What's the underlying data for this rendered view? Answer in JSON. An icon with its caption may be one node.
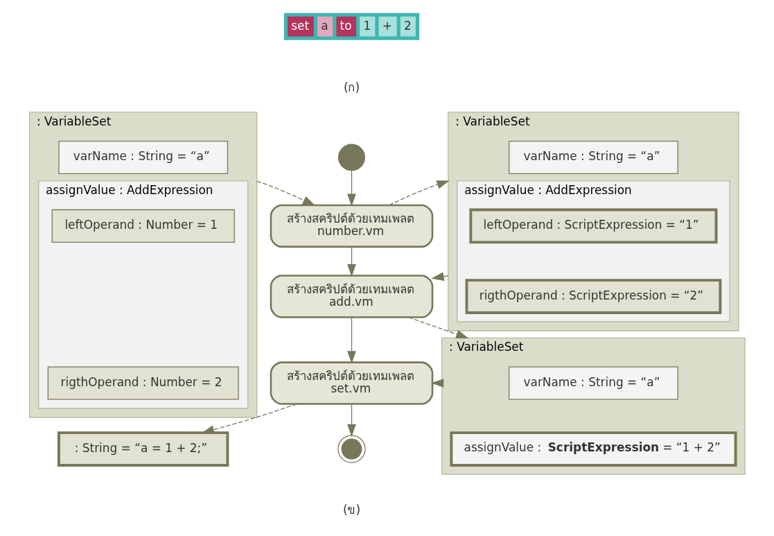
{
  "diagram": {
    "nodes": [
      {
        "text": [
          ": VariableSet"
        ]
      },
      {
        "text": [
          "varName : String = “a”"
        ],
        "in": 0
      },
      {
        "text": [
          "assignValue : AddExpression"
        ],
        "in": 0
      },
      {
        "text": [
          "leftOperand : Number = 1"
        ],
        "in": 2
      },
      {
        "text": [
          "rigthOperand : Number = 2"
        ],
        "in": 2
      },
      {
        "text": [],
        "shape": "circle"
      },
      {
        "text": [
          "สร้างสคริปต์ด้วยเทมเพลต",
          "number.vm"
        ]
      },
      {
        "text": [
          "สร้างสคริปต์ด้วยเทมเพลต",
          "add.vm"
        ]
      },
      {
        "text": [
          "สร้างสคริปต์ด้วยเทมเพลต",
          "set.vm"
        ]
      },
      {
        "text": [],
        "shape": "circle"
      },
      {
        "text": [
          ": VariableSet"
        ]
      },
      {
        "text": [
          "varName : String = “a”"
        ],
        "in": 10
      },
      {
        "text": [
          "assignValue : AddExpression"
        ],
        "in": 10
      },
      {
        "text": [
          "leftOperand : ScriptExpression = “1”"
        ],
        "in": 12
      },
      {
        "text": [
          "rigthOperand : ScriptExpression = “2”"
        ],
        "in": 12
      },
      {
        "text": [
          ": VariableSet"
        ]
      },
      {
        "text": [
          "varName : String = “a”"
        ],
        "in": 15
      },
      {
        "text": [
          "assignValue : **ScriptExpression** = “1 + 2”"
        ],
        "in": 15
      },
      {
        "text": [
          ": String = “a = 1 + 2;”"
        ]
      }
    ],
    "edges": [
      {
        "from": 0,
        "to": 6,
        "arrow": "to",
        "style": "dashed"
      },
      {
        "from": 5,
        "to": 6,
        "arrow": "to"
      },
      {
        "from": 6,
        "to": 10,
        "arrow": "to",
        "style": "dashed"
      },
      {
        "from": 6,
        "to": 7,
        "arrow": "to"
      },
      {
        "from": 10,
        "to": 7,
        "arrow": "to",
        "style": "dashed"
      },
      {
        "from": 7,
        "to": 8,
        "arrow": "to"
      },
      {
        "from": 7,
        "to": 15,
        "arrow": "to",
        "style": "dashed"
      },
      {
        "from": 15,
        "to": 8,
        "arrow": "to",
        "style": "dashed"
      },
      {
        "from": 8,
        "to": 18,
        "arrow": "to",
        "style": "dashed"
      },
      {
        "from": 8,
        "to": 9,
        "arrow": "to"
      }
    ],
    "labels": [
      "set",
      "a",
      "to",
      "1",
      "+",
      "2",
      "(ก)",
      "(ข)"
    ]
  }
}
